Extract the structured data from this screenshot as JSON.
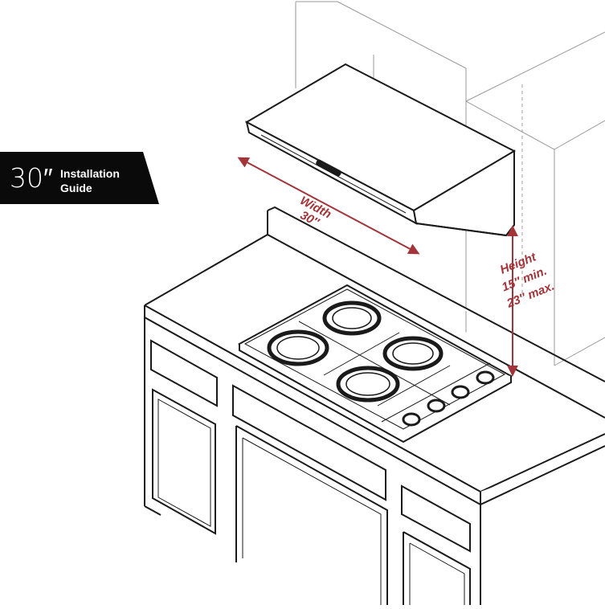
{
  "badge": {
    "size": "30″",
    "label_line1": "Installation",
    "label_line2": "Guide",
    "background": "#0a0a0a",
    "text_color": "#ffffff"
  },
  "dimensions": {
    "width_label": "Width",
    "width_value": "30″",
    "height_label": "Height",
    "height_min": "15″ min.",
    "height_max": "23″ max.",
    "color": "#a3343a"
  },
  "colors": {
    "line": "#1a1a1a",
    "guide": "#8a8a8a",
    "background": "#ffffff"
  }
}
